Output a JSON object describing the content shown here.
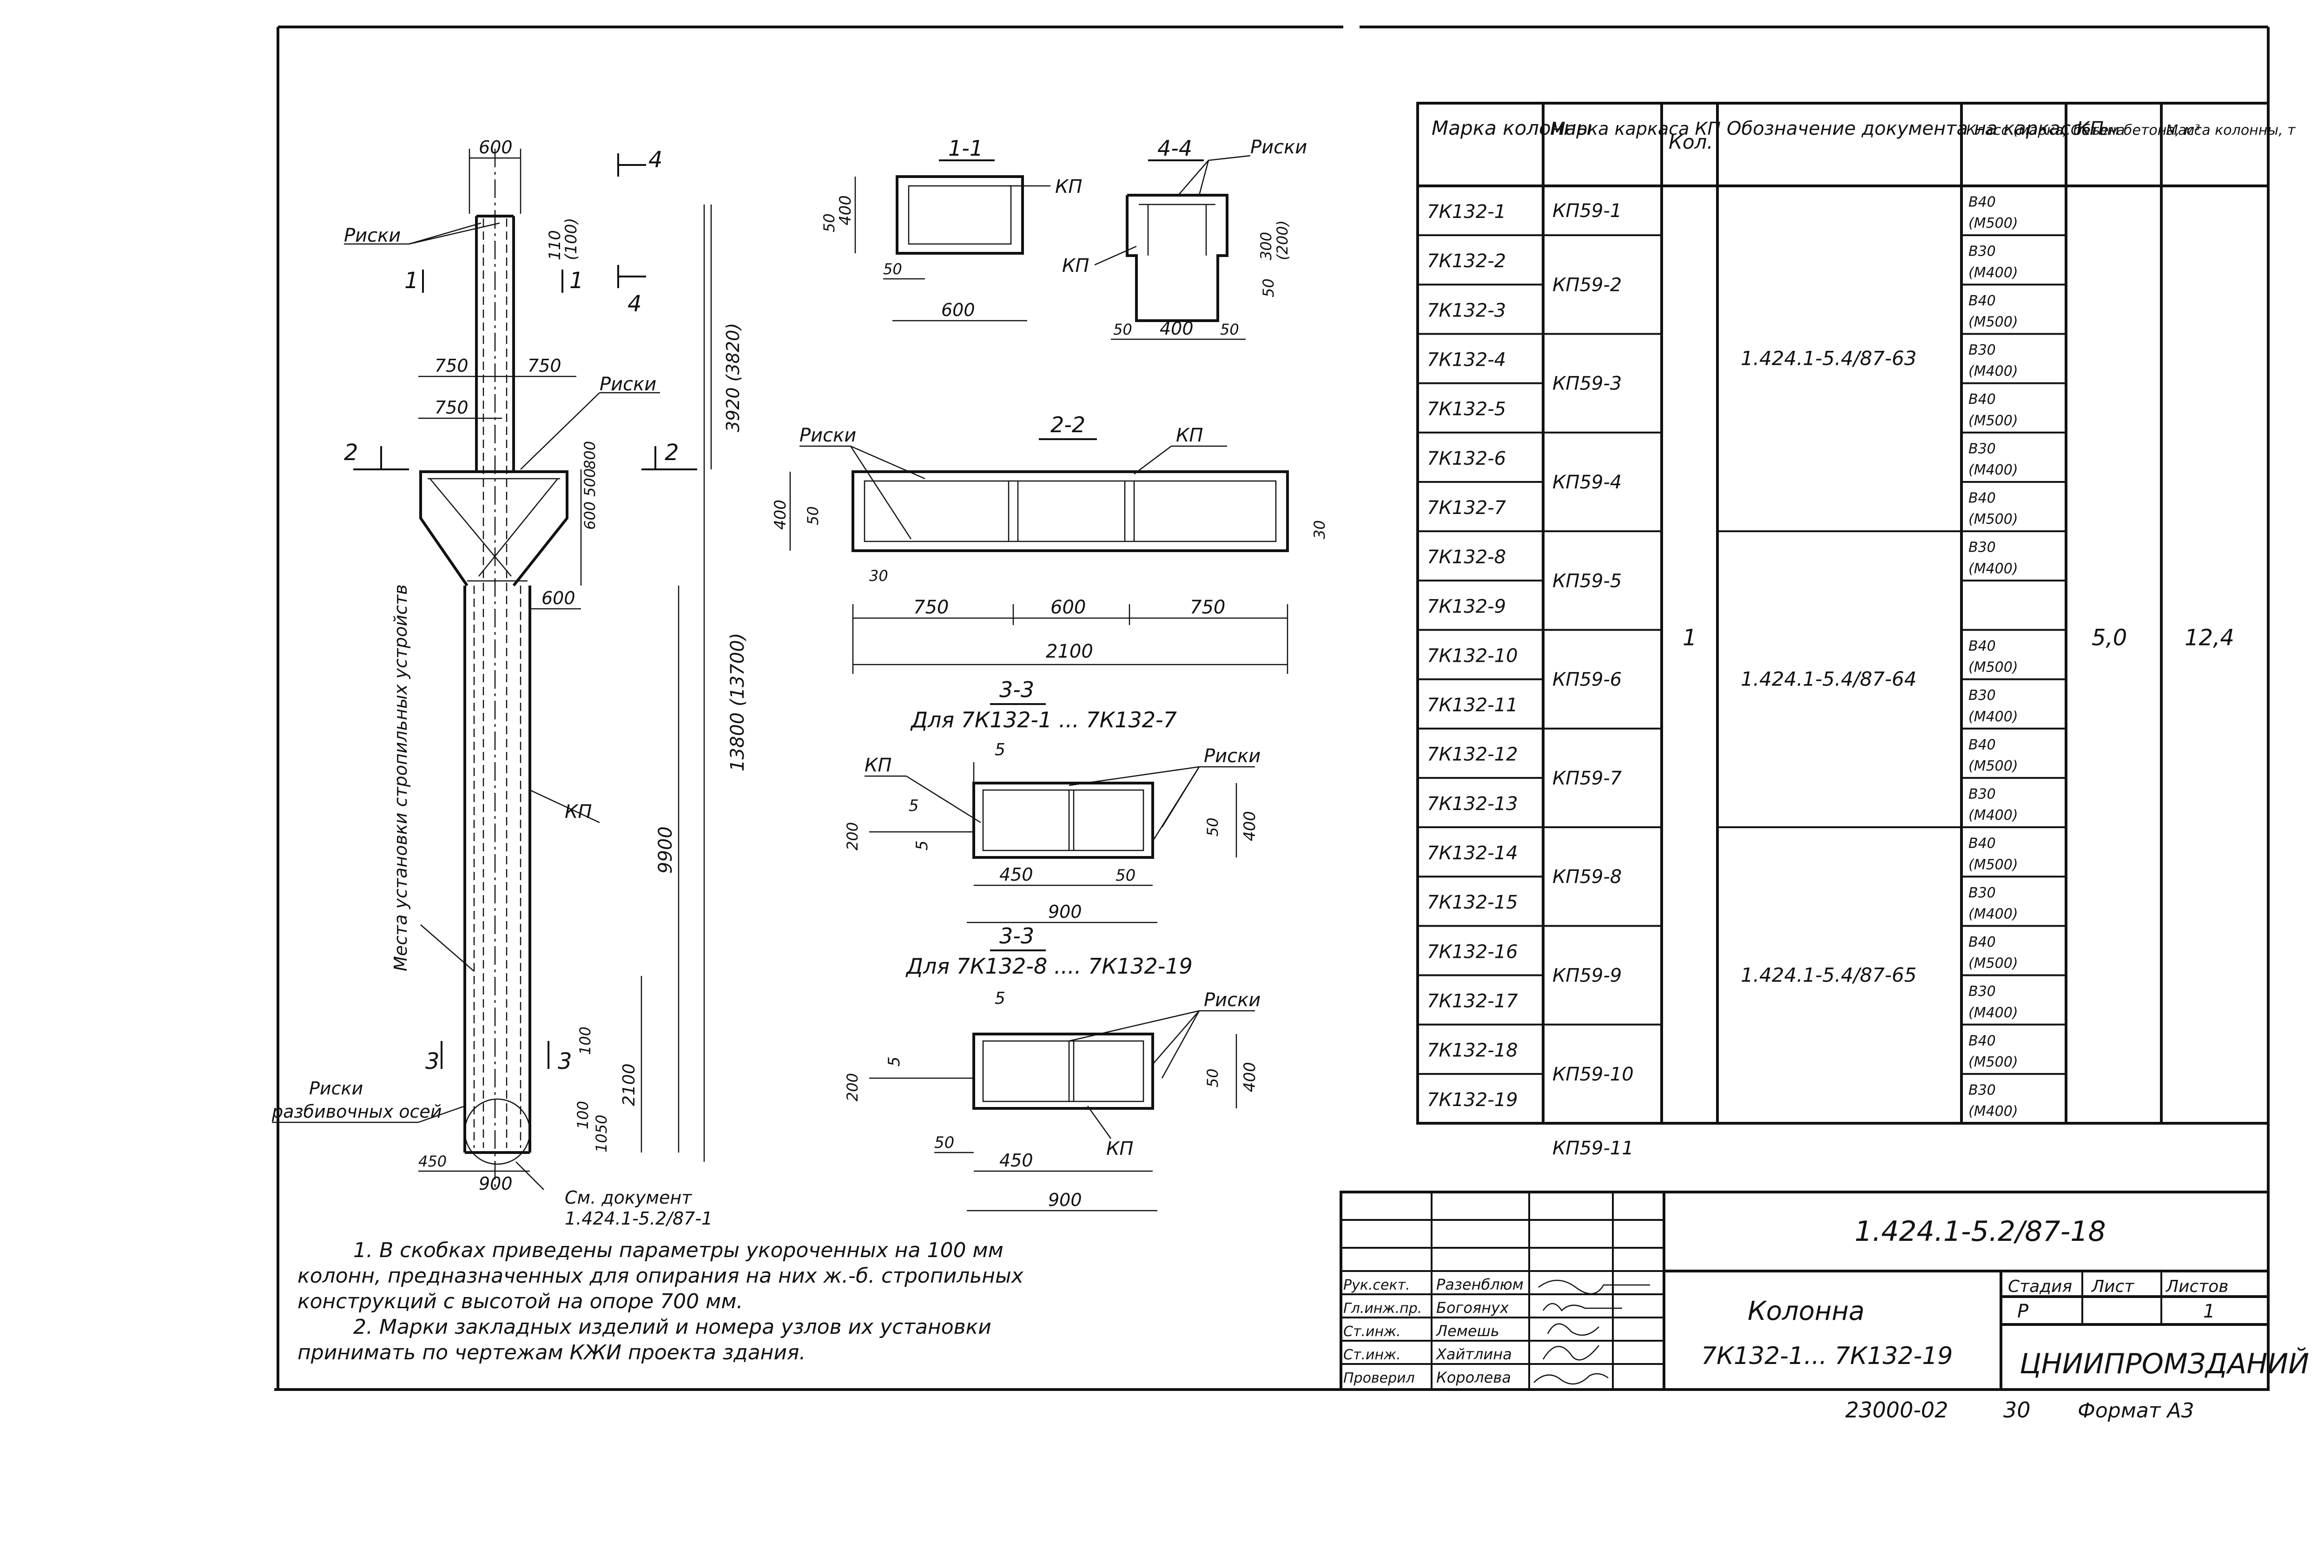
{
  "drawing": {
    "column_view": {
      "dims": {
        "top_width": "600",
        "sec4_top": "4",
        "sec4_bot": "4",
        "risks_top": "Риски",
        "d110": "110",
        "d100": "(100)",
        "d3920": "3920 (3820)",
        "sec1_left": "1",
        "sec1_right": "1",
        "d750a": "750",
        "d750b": "750",
        "risks_mid": "Риски",
        "d750c": "750",
        "sec2_left": "2",
        "sec2_right": "2",
        "d800": "800",
        "d600_500": "600 500",
        "d600_side": "600",
        "d13800": "13800 (13700)",
        "d9900": "9900",
        "kp": "КП",
        "place_label": "Места установки стропильных устройств",
        "sec3_left": "3",
        "sec3_right": "3",
        "d100b": "100",
        "d2100": "2100",
        "d100c": "100",
        "d1050": "1050",
        "d450": "450",
        "d900": "900",
        "risks_axes_1": "Риски",
        "risks_axes_2": "разбивочных осей",
        "see_doc_1": "См. документ",
        "see_doc_2": "1.424.1-5.2/87-1"
      }
    },
    "section_1_1": {
      "title": "1-1",
      "kp": "КП",
      "d400": "400",
      "d50a": "50",
      "d50b": "50",
      "d600": "600"
    },
    "section_4_4": {
      "title": "4-4",
      "risks": "Риски",
      "kp": "КП",
      "d300": "300",
      "d200": "(200)",
      "d50": "50",
      "d50b": "50",
      "d400": "400",
      "d50c": "50"
    },
    "section_2_2": {
      "title": "2-2",
      "risks": "Риски",
      "kp": "КП",
      "d400": "400",
      "d50": "50",
      "d30": "30",
      "d30r": "30",
      "d750a": "750",
      "d600": "600",
      "d750b": "750",
      "d2100": "2100"
    },
    "section_3_3a": {
      "title": "3-3",
      "for_label": "Для  7К132-1 ... 7К132-7",
      "kp": "КП",
      "risks": "Риски",
      "d5a": "5",
      "d5b": "5",
      "d5c": "5",
      "d200": "200",
      "d450": "450",
      "d50": "50",
      "d50r": "50",
      "d400": "400",
      "d900": "900"
    },
    "section_3_3b": {
      "title": "3-3",
      "for_label": "Для  7К132-8 .... 7К132-19",
      "risks": "Риски",
      "kp": "КП",
      "d5a": "5",
      "d5b": "5",
      "d200": "200",
      "d50": "50",
      "d450": "450",
      "d50r": "50",
      "d400": "400",
      "d900": "900"
    }
  },
  "spec_table": {
    "headers": {
      "mark": "Марка колонны",
      "frame": "Марка каркаса КП",
      "qty": "Кол.",
      "doc": "Обозначение документа на каркас КП",
      "class": "Класс (марка) бетона",
      "volume": "Объем бетона, м³",
      "mass": "Масса колонны, т"
    },
    "rows": [
      {
        "mark": "7К132-1",
        "cls": "В40 (М500)"
      },
      {
        "mark": "7К132-2",
        "cls": "В30 (М400)"
      },
      {
        "mark": "7К132-3",
        "cls": "В40 (М500)"
      },
      {
        "mark": "7К132-4",
        "cls": "В30 (М400)"
      },
      {
        "mark": "7К132-5",
        "cls": "В40 (М500)"
      },
      {
        "mark": "7К132-6",
        "cls": "В30 (М400)"
      },
      {
        "mark": "7К132-7",
        "cls": "В40 (М500)"
      },
      {
        "mark": "7К132-8",
        "cls": "В30 (М400)"
      },
      {
        "mark": "7К132-9",
        "cls": ""
      },
      {
        "mark": "7К132-10",
        "cls": "В40 (М500)"
      },
      {
        "mark": "7К132-11",
        "cls": "В30 (М400)"
      },
      {
        "mark": "7К132-12",
        "cls": "В40 (М500)"
      },
      {
        "mark": "7К132-13",
        "cls": "В30 (М400)"
      },
      {
        "mark": "7К132-14",
        "cls": "В40 (М500)"
      },
      {
        "mark": "7К132-15",
        "cls": "В30 (М400)"
      },
      {
        "mark": "7К132-16",
        "cls": "В40 (М500)"
      },
      {
        "mark": "7К132-17",
        "cls": "В30 (М400)"
      },
      {
        "mark": "7К132-18",
        "cls": "В40 (М500)"
      },
      {
        "mark": "7К132-19",
        "cls": "В30 (М400)"
      }
    ],
    "frames": [
      "КП59-1",
      "КП59-2",
      "КП59-3",
      "КП59-4",
      "КП59-5",
      "КП59-6",
      "КП59-7",
      "КП59-8",
      "КП59-9",
      "КП59-10",
      "КП59-11"
    ],
    "qty": "1",
    "docs": [
      "1.424.1-5.4/87-63",
      "1.424.1-5.4/87-64",
      "1.424.1-5.4/87-65"
    ],
    "volume": "5,0",
    "mass": "12,4"
  },
  "notes": {
    "n1_line1": "1.   В  скобках  приведены  параметры  укороченных  на  100 мм",
    "n1_line2": "колонн,  предназначенных  для  опирания  на  них  ж.-б.  стропильных",
    "n1_line3": "конструкций  с  высотой  на  опоре  700 мм.",
    "n2_line1": "2.   Марки  закладных  изделий  и  номера  узлов  их  установки",
    "n2_line2": "принимать  по  чертежам  КЖИ  проекта  здания."
  },
  "title_block": {
    "code": "1.424.1-5.2/87-18",
    "name_line1": "Колонна",
    "name_line2": "7К132-1...  7К132-19",
    "stage_label": "Стадия",
    "sheet_label": "Лист",
    "sheets_label": "Листов",
    "stage": "Р",
    "sheets": "1",
    "org": "ЦНИИПРОМЗДАНИЙ",
    "staff": [
      {
        "role": "Рук.сект.",
        "name": "Разенблюм"
      },
      {
        "role": "Гл.инж.пр.",
        "name": "Богоянух"
      },
      {
        "role": "Ст.инж.",
        "name": "Лемешь"
      },
      {
        "role": "Ст.инж.",
        "name": "Хайтлина"
      },
      {
        "role": "Проверил",
        "name": "Королева"
      }
    ]
  },
  "footer": {
    "number": "23000-02",
    "page": "30",
    "format": "Формат А3"
  }
}
